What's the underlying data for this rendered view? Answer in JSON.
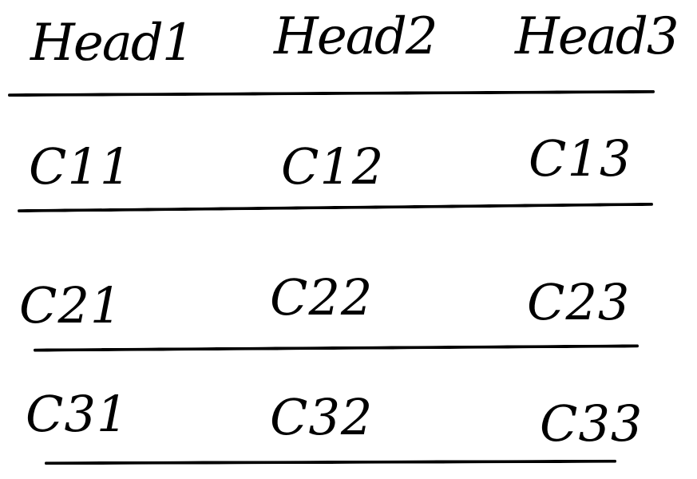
{
  "table": {
    "headers": [
      "Head1",
      "Head2",
      "Head3"
    ],
    "rows": [
      [
        "C11",
        "C12",
        "C13"
      ],
      [
        "C21",
        "C22",
        "C23"
      ],
      [
        "C31",
        "C32",
        "C33"
      ]
    ]
  }
}
